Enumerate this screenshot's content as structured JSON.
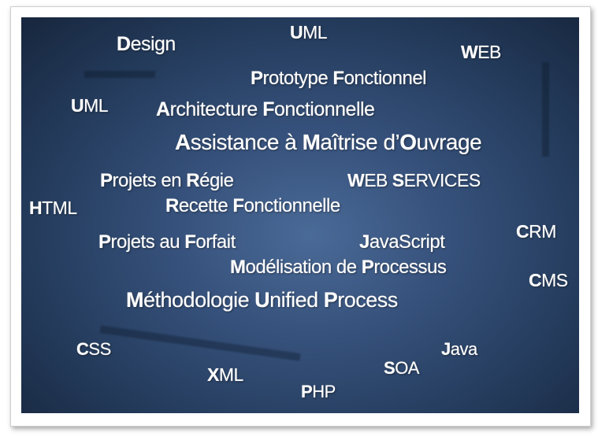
{
  "words": [
    {
      "text": "Design"
    },
    {
      "text": "UML"
    },
    {
      "text": "WEB"
    },
    {
      "text": "Prototype Fonctionnel"
    },
    {
      "text": "UML"
    },
    {
      "text": "Architecture Fonctionnelle"
    },
    {
      "text": "Assistance à Maîtrise d’Ouvrage"
    },
    {
      "text": "Projets en Régie"
    },
    {
      "text": "WEB SERVICES"
    },
    {
      "text": "HTML"
    },
    {
      "text": "Recette Fonctionnelle"
    },
    {
      "text": "CRM"
    },
    {
      "text": "Projets au Forfait"
    },
    {
      "text": "JavaScript"
    },
    {
      "text": "Modélisation de Processus"
    },
    {
      "text": "CMS"
    },
    {
      "text": "Méthodologie Unified Process"
    },
    {
      "text": "CSS"
    },
    {
      "text": "Java"
    },
    {
      "text": "XML"
    },
    {
      "text": "SOA"
    },
    {
      "text": "PHP"
    }
  ]
}
